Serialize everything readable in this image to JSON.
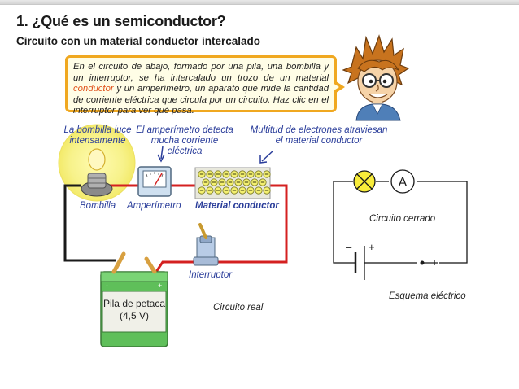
{
  "page": {
    "title": "1. ¿Qué es un semiconductor?",
    "subtitle": "Circuito con un material conductor intercalado"
  },
  "bubble": {
    "text_before": "En el circuito de abajo, formado por una pila, una bombilla y un interruptor, se ha intercalado un trozo de un material ",
    "highlight": "conductor",
    "text_after": " y un amperímetro, un aparato que mide la cantidad de corriente eléctrica que circula por un circuito. Haz clic en el interruptor para ver qué pasa."
  },
  "annotations": {
    "bulb_status": "La bombilla luce intensamente",
    "ammeter_status": "El amperímetro detecta mucha corriente eléctrica",
    "electrons_status": "Multitud de electrones atraviesan el material conductor"
  },
  "labels": {
    "bulb": "Bombilla",
    "ammeter": "Amperímetro",
    "material": "Material conductor",
    "switch": "Interruptor",
    "battery_name": "Pila de petaca",
    "battery_voltage": "(4,5 V)",
    "battery_minus": "-",
    "battery_plus": "+",
    "real_circuit": "Circuito real",
    "closed_circuit": "Circuito cerrado",
    "schematic": "Esquema eléctrico",
    "ammeter_symbol": "A",
    "schem_minus": "–",
    "schem_plus": "+"
  },
  "electron_glyph": "⊖",
  "icons": {
    "character": "character-icon",
    "bulb": "light-bulb-icon",
    "ammeter": "ammeter-icon",
    "switch": "toggle-switch-icon",
    "battery": "battery-icon"
  },
  "colors": {
    "wire_red": "#d42020",
    "wire_black": "#1a1a1a",
    "bubble_border": "#f0a820",
    "bubble_bg": "#fffde6",
    "annotation_blue": "#2a3d9a",
    "highlight_orange": "#e0501a",
    "glow_yellow": "#f7f28a",
    "battery_green": "#5fbf5a"
  }
}
